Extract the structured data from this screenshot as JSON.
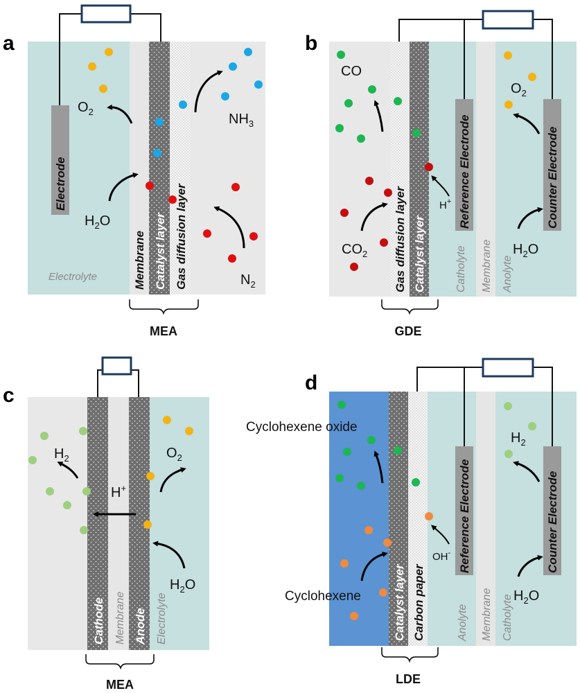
{
  "colors": {
    "electrolyte": "#c6dfdf",
    "gas": "#e8e8e8",
    "catalyst": "#6e6e6e",
    "diffusion": "#f2f2f2",
    "electrode": "#9a9a9a",
    "liquid": "#5b93d3",
    "o2": "#f2b316",
    "nh3": "#1aa7e6",
    "n2": "#e01010",
    "co": "#1db653",
    "co2": "#c40e0e",
    "h2": "#9fcf7e",
    "cyclohexene": "#f08a3e",
    "wire": "#1c3a5c"
  },
  "panel_a": {
    "letter": "a",
    "electrolyte_label": "Electrolyte",
    "electrode_label": "Electrode",
    "o2": "O",
    "o2_sub": "2",
    "h2o": "H",
    "h2o_sub": "2",
    "h2o_end": "O",
    "nh3": "NH",
    "nh3_sub": "3",
    "n2": "N",
    "n2_sub": "2",
    "membrane": "Membrane",
    "catalyst": "Catalyst layer",
    "gdl": "Gas diffusion layer",
    "bracket": "MEA"
  },
  "panel_b": {
    "letter": "b",
    "co": "CO",
    "o2": "O",
    "o2_sub": "2",
    "h_plus": "H",
    "h_plus_sup": "+",
    "co2": "CO",
    "co2_sub": "2",
    "h2o": "H",
    "h2o_sub": "2",
    "h2o_end": "O",
    "gdl": "Gas diffusion layer",
    "catalyst": "Catalyst layer",
    "catholyte": "Catholyte",
    "membrane": "Membrane",
    "anolyte": "Anolyte",
    "reference": "Reference Electrode",
    "counter": "Counter Electrode",
    "bracket": "GDE"
  },
  "panel_c": {
    "letter": "c",
    "h2": "H",
    "h2_sub": "2",
    "o2": "O",
    "o2_sub": "2",
    "h_plus": "H",
    "h_plus_sup": "+",
    "h2o": "H",
    "h2o_sub": "2",
    "h2o_end": "O",
    "cathode": "Cathode",
    "membrane": "Membrane",
    "anode": "Anode",
    "electrolyte": "Electrolyte",
    "bracket": "MEA"
  },
  "panel_d": {
    "letter": "d",
    "cyclohexene_oxide": "Cyclohexene oxide",
    "cyclohexene": "Cyclohexene",
    "h2": "H",
    "h2_sub": "2",
    "oh": "OH",
    "oh_sup": "-",
    "h2o": "H",
    "h2o_sub": "2",
    "h2o_end": "O",
    "catalyst": "Catalyst layer",
    "carbon": "Carbon paper",
    "anolyte": "Anolyte",
    "membrane": "Membrane",
    "catholyte": "Catholyte",
    "reference": "Reference Electrode",
    "counter": "Counter Electrode",
    "bracket": "LDE"
  }
}
